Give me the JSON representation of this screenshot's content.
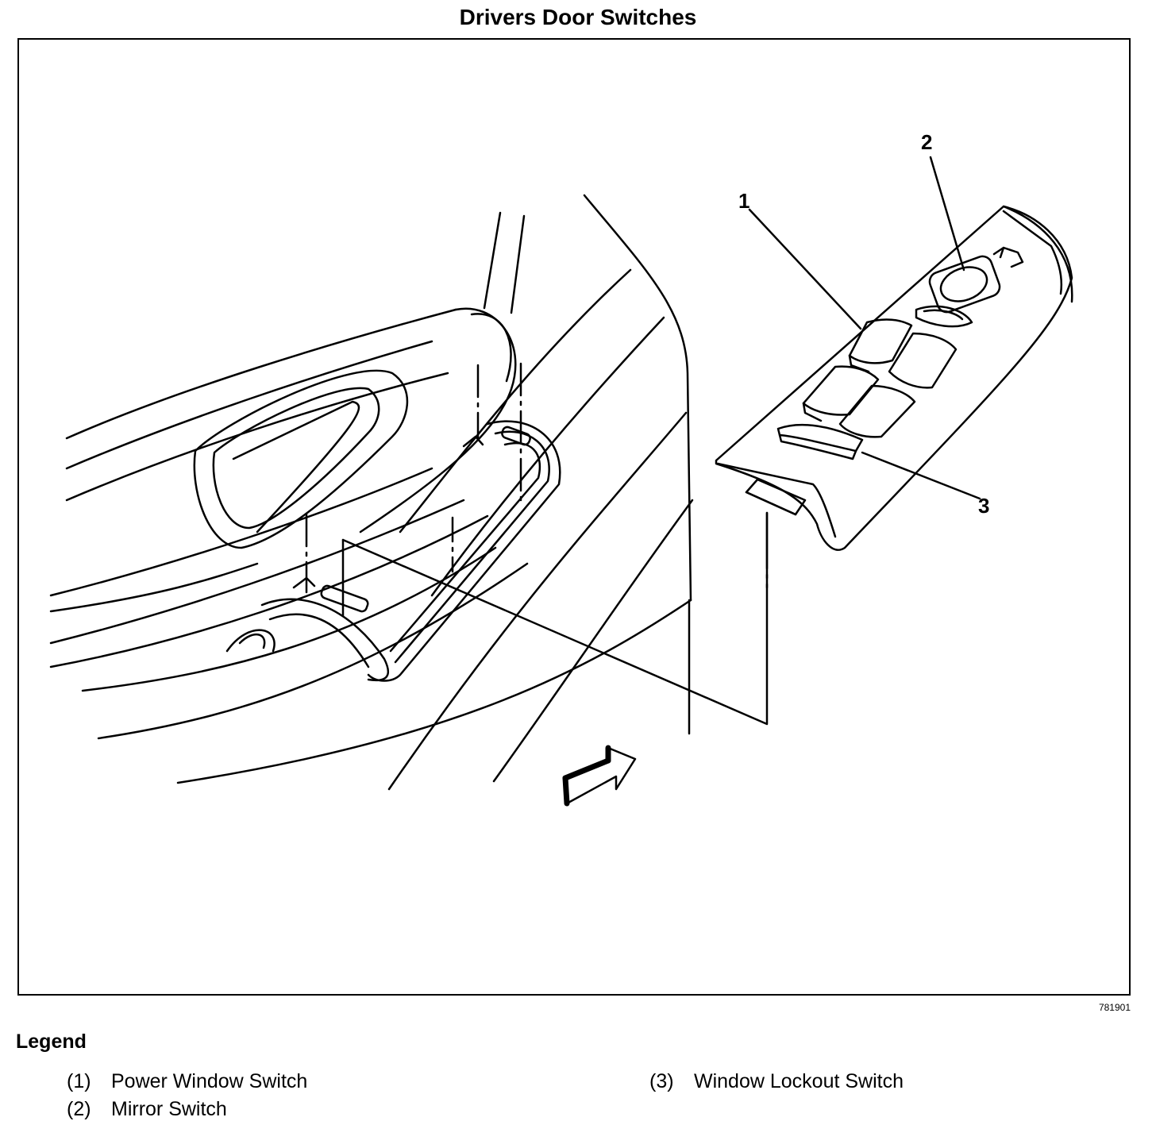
{
  "title": "Drivers Door Switches",
  "figure_id": "781901",
  "callouts": [
    "1",
    "2",
    "3"
  ],
  "legend": {
    "heading": "Legend",
    "items": [
      {
        "num": "(1)",
        "label": "Power Window Switch"
      },
      {
        "num": "(2)",
        "label": "Mirror Switch"
      },
      {
        "num": "(3)",
        "label": "Window Lockout Switch"
      }
    ]
  },
  "icons": {
    "direction_arrow": "arrow-right-icon"
  }
}
